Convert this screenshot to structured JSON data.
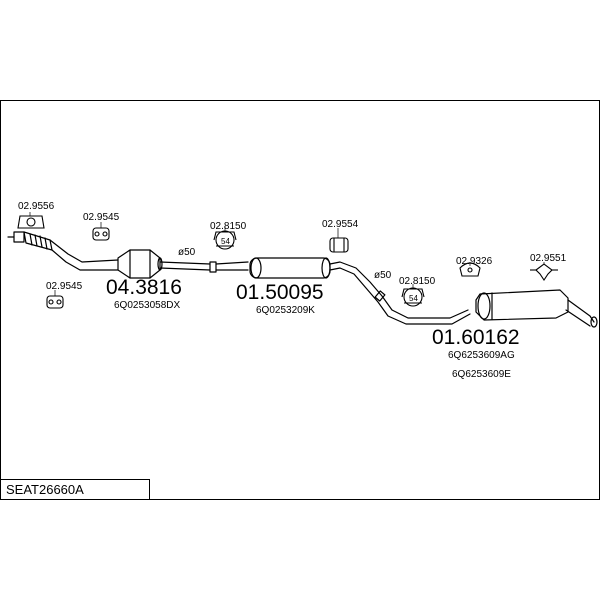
{
  "diagram": {
    "code": "SEAT26660A",
    "sections": [
      {
        "part_no": "04.3816",
        "oem": [
          "6Q0253058DX"
        ]
      },
      {
        "part_no": "01.50095",
        "oem": [
          "6Q0253209K"
        ]
      },
      {
        "part_no": "01.60162",
        "oem": [
          "6Q6253609AG",
          "6Q6253609E"
        ]
      }
    ],
    "accessories": [
      {
        "part_no": "02.9556"
      },
      {
        "part_no": "02.9545"
      },
      {
        "part_no": "02.9545"
      },
      {
        "part_no": "02.8150"
      },
      {
        "part_no": "02.9554"
      },
      {
        "part_no": "02.8150"
      },
      {
        "part_no": "02.9326"
      },
      {
        "part_no": "02.9551"
      }
    ],
    "diameters": [
      "ø50",
      "ø50"
    ],
    "clamp_labels": [
      "54",
      "54"
    ]
  }
}
